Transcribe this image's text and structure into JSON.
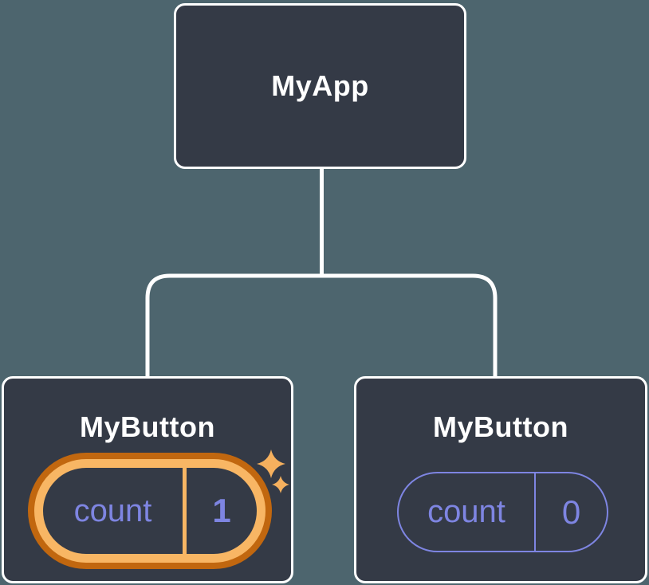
{
  "title": "React component tree diagram",
  "palette": {
    "background": "#4d656e",
    "node_fill": "#343a46",
    "node_border": "#ffffff",
    "connector": "#ffffff",
    "state_accent": "#7e85e2",
    "highlight_ring_outer": "#c1670f",
    "highlight_ring_inner": "#f8b664",
    "sparkle": "#f5b05e",
    "title_text": "#ffffff"
  },
  "icons": {
    "sparkles-icon": "✦"
  },
  "tree": {
    "root": {
      "label": "MyApp"
    },
    "children": [
      {
        "label": "MyButton",
        "highlighted": true,
        "state": {
          "name": "count",
          "value": "1"
        }
      },
      {
        "label": "MyButton",
        "highlighted": false,
        "state": {
          "name": "count",
          "value": "0"
        }
      }
    ]
  }
}
